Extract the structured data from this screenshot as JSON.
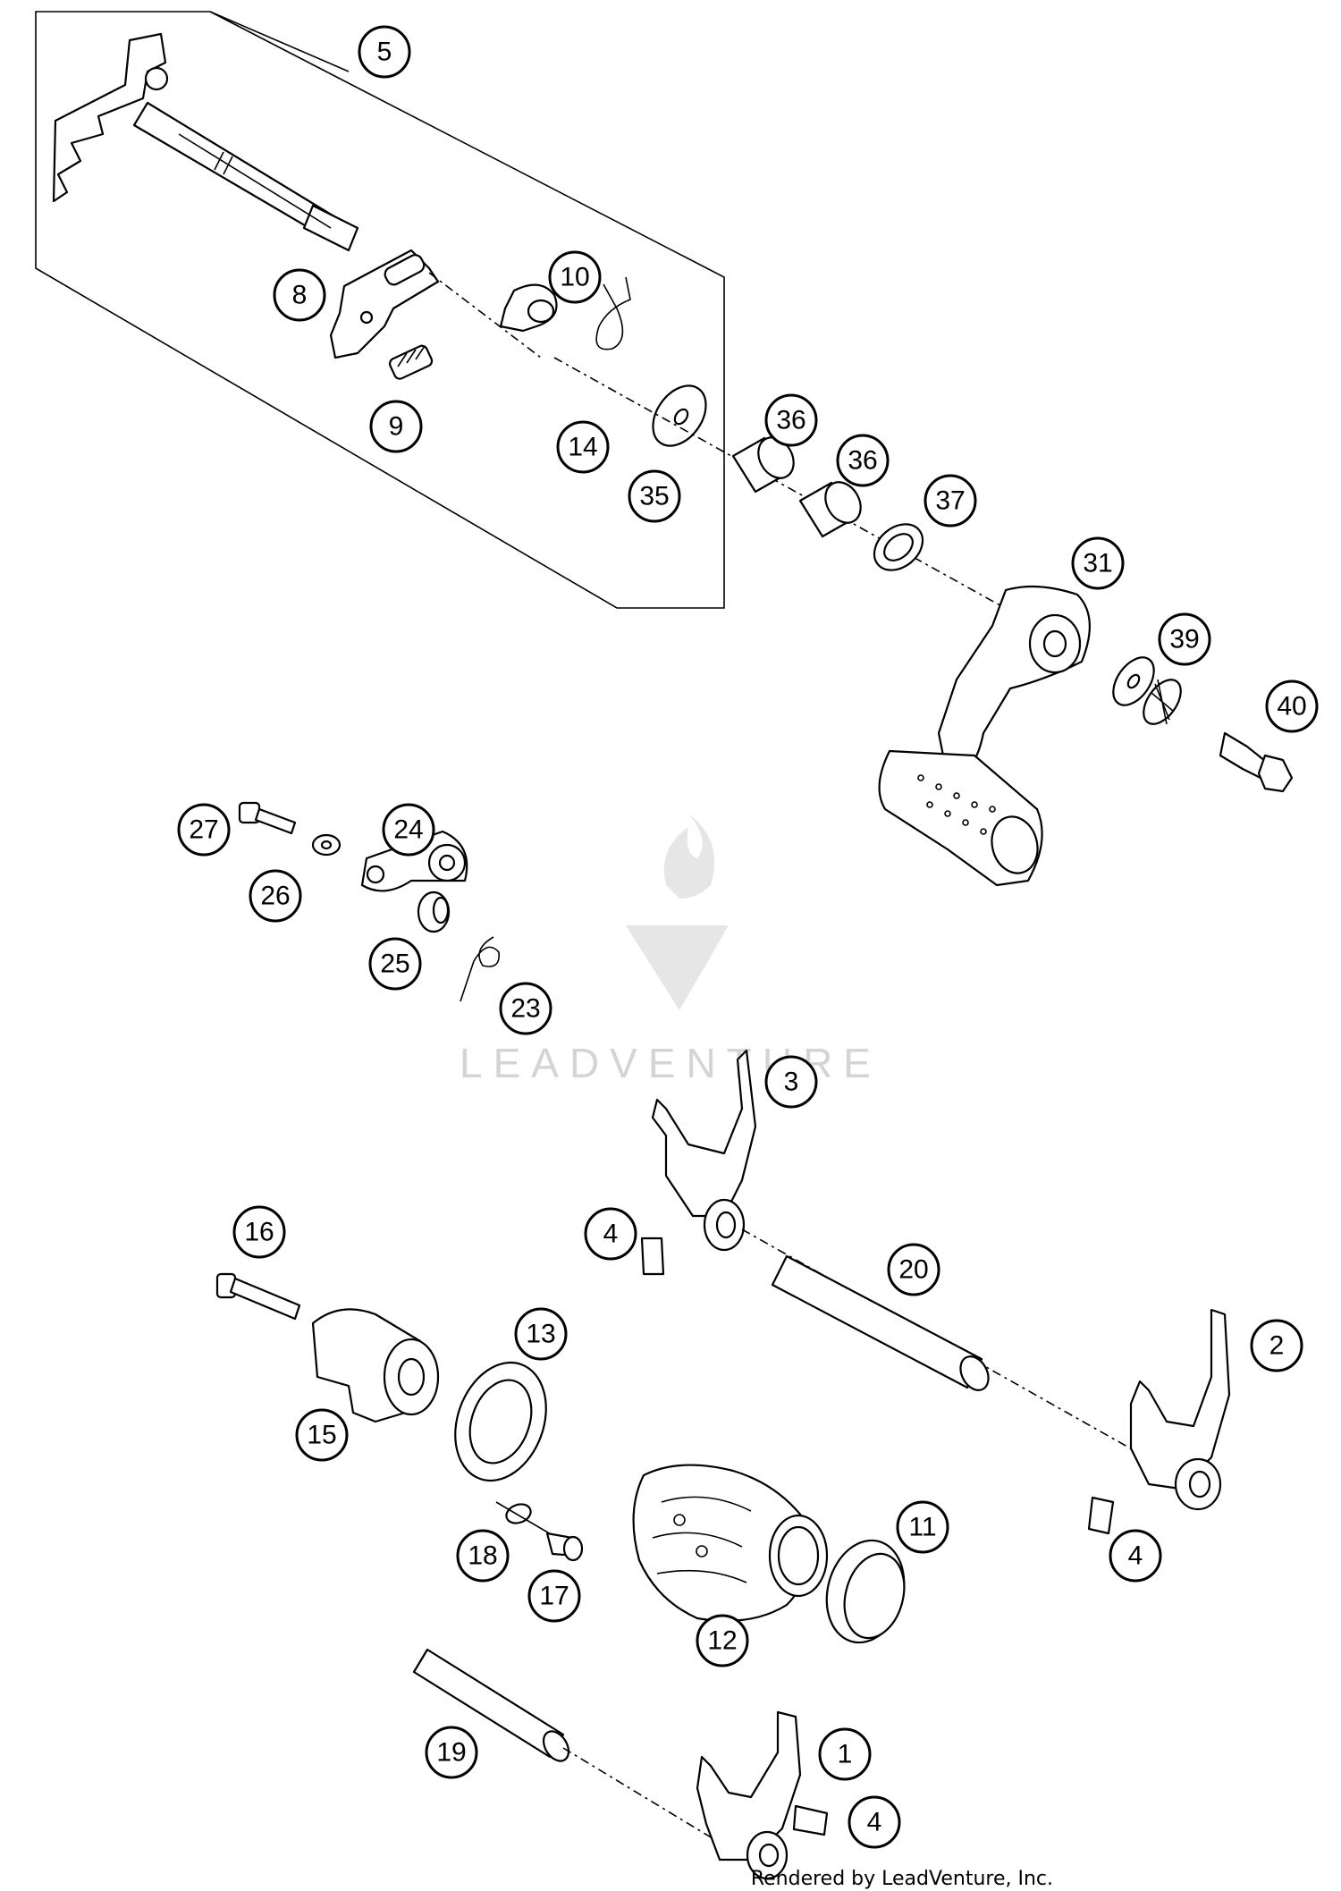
{
  "watermark": {
    "brand": "LEADVENTURE"
  },
  "credit": "Rendered by LeadVenture, Inc.",
  "callouts": [
    {
      "id": "c5",
      "label": "5"
    },
    {
      "id": "c10",
      "label": "10"
    },
    {
      "id": "c8",
      "label": "8"
    },
    {
      "id": "c9",
      "label": "9"
    },
    {
      "id": "c14",
      "label": "14"
    },
    {
      "id": "c35",
      "label": "35"
    },
    {
      "id": "c36a",
      "label": "36"
    },
    {
      "id": "c36b",
      "label": "36"
    },
    {
      "id": "c37",
      "label": "37"
    },
    {
      "id": "c31",
      "label": "31"
    },
    {
      "id": "c39",
      "label": "39"
    },
    {
      "id": "c40",
      "label": "40"
    },
    {
      "id": "c27",
      "label": "27"
    },
    {
      "id": "c24",
      "label": "24"
    },
    {
      "id": "c26",
      "label": "26"
    },
    {
      "id": "c25",
      "label": "25"
    },
    {
      "id": "c23",
      "label": "23"
    },
    {
      "id": "c3",
      "label": "3"
    },
    {
      "id": "c4a",
      "label": "4"
    },
    {
      "id": "c20",
      "label": "20"
    },
    {
      "id": "c16",
      "label": "16"
    },
    {
      "id": "c2",
      "label": "2"
    },
    {
      "id": "c13",
      "label": "13"
    },
    {
      "id": "c15",
      "label": "15"
    },
    {
      "id": "c4b",
      "label": "4"
    },
    {
      "id": "c11",
      "label": "11"
    },
    {
      "id": "c18",
      "label": "18"
    },
    {
      "id": "c17",
      "label": "17"
    },
    {
      "id": "c12",
      "label": "12"
    },
    {
      "id": "c19",
      "label": "19"
    },
    {
      "id": "c1",
      "label": "1"
    },
    {
      "id": "c4c",
      "label": "4"
    }
  ]
}
